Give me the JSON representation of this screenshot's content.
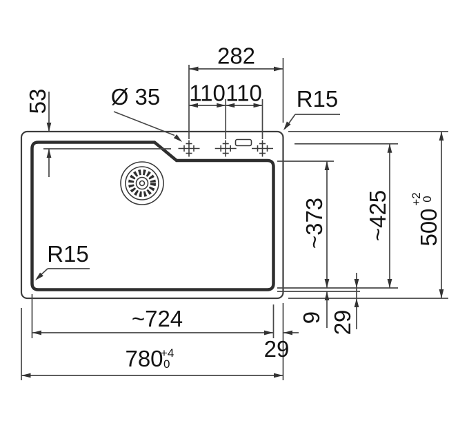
{
  "drawing": {
    "description": "Sink top-view installation drawing with dimensions",
    "dims": {
      "span282": "282",
      "pitch110a": "110",
      "pitch110b": "110",
      "holeDia": "Ø 35",
      "r15Top": "R15",
      "r15Bowl": "R15",
      "offset53": "53",
      "depth373": "~373",
      "depth425": "~425",
      "depth500": "500",
      "depth500TolPlus": "+2",
      "depth500TolMinus": "0",
      "rim9": "9",
      "edge29v": "29",
      "width724": "~724",
      "edge29h": "29",
      "width780": "780",
      "width780TolPlus": "+4",
      "width780TolMinus": "0"
    }
  }
}
